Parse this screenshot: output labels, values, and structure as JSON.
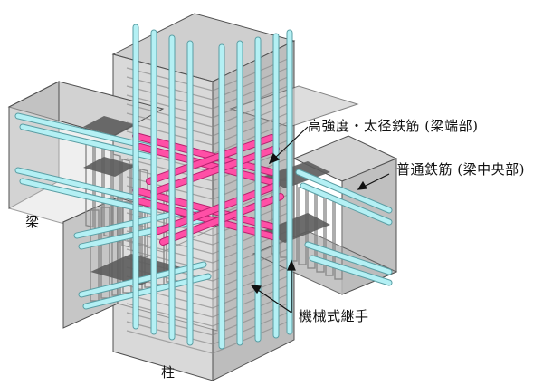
{
  "labels": {
    "beam": "梁",
    "column": "柱",
    "high_strength_rebar": "高強度・太径鉄筋 (梁端部)",
    "normal_rebar": "普通鉄筋 (梁中央部)",
    "mechanical_coupler": "機械式継手"
  },
  "colors": {
    "concrete_light": "#dcdcdc",
    "concrete_mid": "#c4c4c4",
    "concrete_dark": "#a8a8a8",
    "rebar_cyan": "#b4f0f4",
    "rebar_cyan_edge": "#5a9ea4",
    "rebar_pink": "#ff4fa6",
    "rebar_pink_edge": "#b8206e",
    "stirrup_gray": "#8a8a8a",
    "coupler_dark": "#5c5c5c",
    "outline": "#505050"
  }
}
